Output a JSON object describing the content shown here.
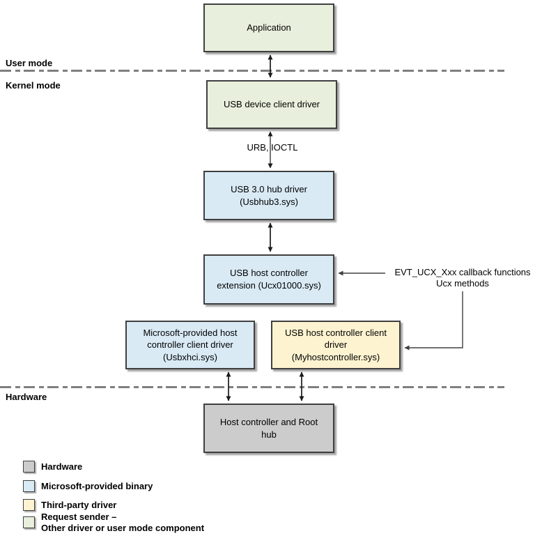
{
  "zones": {
    "user_mode": "User mode",
    "kernel_mode": "Kernel mode",
    "hardware": "Hardware"
  },
  "boxes": {
    "application": "Application",
    "usb_device_client_driver": "USB device client driver",
    "usb_hub_driver": "USB 3.0 hub driver\n(Usbhub3.sys)",
    "usb_host_controller_extension": "USB host controller\nextension (Ucx01000.sys)",
    "microsoft_host_controller_client_driver": "Microsoft-provided host\ncontroller client driver\n(Usbxhci.sys)",
    "usb_host_controller_client_driver": "USB host controller client\ndriver\n(Myhostcontroller.sys)",
    "host_controller_and_root_hub": "Host controller and Root\nhub"
  },
  "annotations": {
    "urb_ioctl": "URB, IOCTL",
    "evt_callback": "EVT_UCX_Xxx callback functions\nUcx methods"
  },
  "legend": {
    "items": [
      {
        "label": "Hardware",
        "color": "#cccccc"
      },
      {
        "label": "Microsoft-provided binary",
        "color": "#d9eaf5"
      },
      {
        "label": "Third-party driver",
        "color": "#fdf3d0"
      },
      {
        "label": "Request sender –\nOther driver or user mode component",
        "color": "#e8efdc"
      }
    ]
  },
  "colors": {
    "request_sender_fill": "#e8efdc",
    "microsoft_binary_fill": "#d9eaf5",
    "third_party_fill": "#fdf3d0",
    "hardware_fill": "#cccccc",
    "box_border": "#3f3f3f",
    "divider_line": "#7f7f7f",
    "arrow": "#1a1a1a"
  }
}
